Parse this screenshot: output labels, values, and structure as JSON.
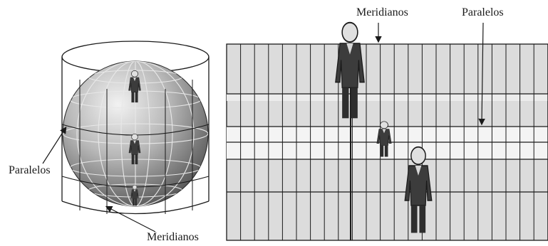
{
  "cylinder_figure": {
    "label_parallels": "Paralelos",
    "label_meridians": "Meridianos"
  },
  "plane_figure": {
    "label_meridians": "Meridianos",
    "label_parallels": "Paralelos"
  },
  "colors": {
    "line": "#1a1a1a",
    "grid_fill": "#dcdcdc",
    "band_fill": "#f4f4f4",
    "globe_light": "#f0f0f0",
    "globe_dark": "#5a5a5a",
    "figure_body": "#3c3c3c"
  },
  "icons": [
    "human-figure-icon",
    "arrow-icon"
  ]
}
